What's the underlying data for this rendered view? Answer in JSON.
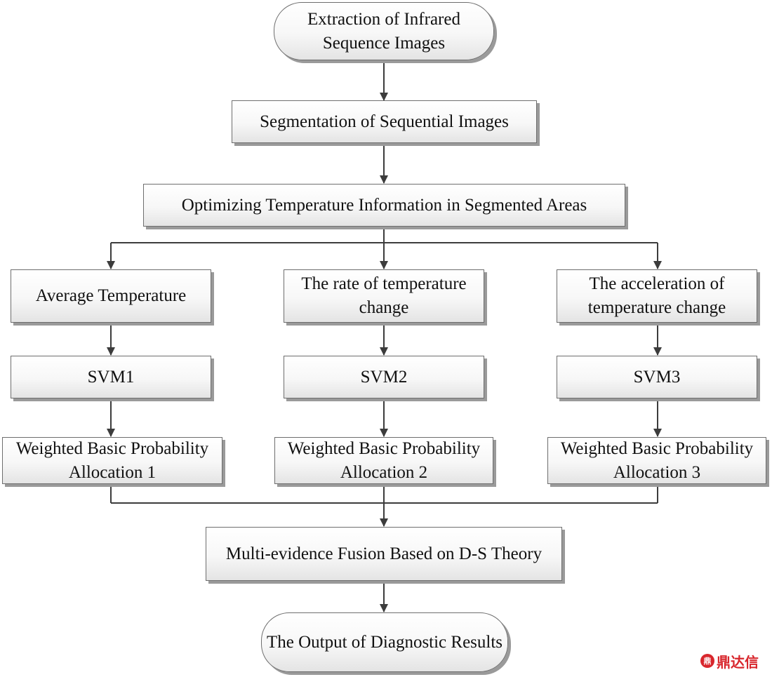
{
  "flowchart": {
    "start": "Extraction of Infrared Sequence Images",
    "segmentation": "Segmentation of Sequential Images",
    "optimizing": "Optimizing Temperature Information in Segmented Areas",
    "features": [
      "Average Temperature",
      "The rate of temperature change",
      "The acceleration of temperature change"
    ],
    "classifiers": [
      "SVM1",
      "SVM2",
      "SVM3"
    ],
    "allocations": [
      "Weighted Basic Probability Allocation 1",
      "Weighted Basic Probability Allocation 2",
      "Weighted Basic Probability Allocation 3"
    ],
    "fusion": "Multi-evidence Fusion Based on D-S Theory",
    "end": "The Output of Diagnostic Results"
  },
  "watermark": {
    "logo_text": "鼎",
    "text": "鼎达信"
  },
  "colors": {
    "line": "#3c3c3c",
    "node_border": "#6e6e6e",
    "shadow": "#9a9a9a",
    "watermark": "#d8262c"
  }
}
